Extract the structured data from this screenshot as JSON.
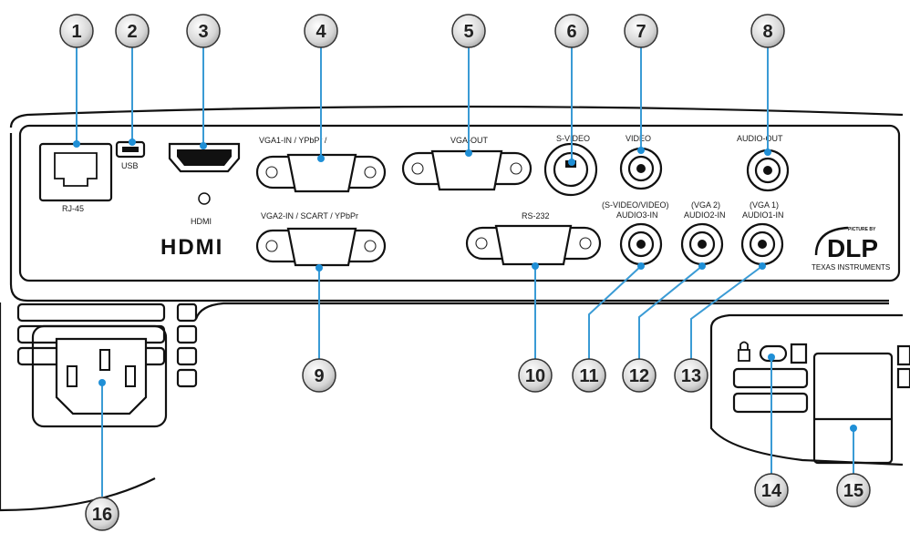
{
  "ports": {
    "rj45": "RJ-45",
    "usb": "USB",
    "hdmi": "HDMI",
    "vga1_in": "VGA1-IN / YPbPr / ",
    "vga2_in": "VGA2-IN / SCART / YPbPr",
    "vga_out": "VGA-OUT",
    "svideo": "S-VIDEO",
    "video": "VIDEO",
    "audio_out": "AUDIO-OUT",
    "rs232": "RS-232",
    "audio3_line1": "(S-VIDEO/VIDEO)",
    "audio3_line2": "AUDIO3-IN",
    "audio2_line1": "(VGA 2)",
    "audio2_line2": "AUDIO2-IN",
    "audio1_line1": "(VGA 1)",
    "audio1_line2": "AUDIO1-IN"
  },
  "logos": {
    "hdmi": "HDMI",
    "dlp_small": "PICTURE BY",
    "dlp": "DLP",
    "dlp_sub": "TEXAS INSTRUMENTS"
  },
  "callouts": [
    "1",
    "2",
    "3",
    "4",
    "5",
    "6",
    "7",
    "8",
    "9",
    "10",
    "11",
    "12",
    "13",
    "14",
    "15",
    "16"
  ],
  "colors": {
    "leader": "#3a9bd5",
    "dot": "#1f8fd6",
    "badge_fill": "#d9d9d9",
    "outline": "#111111"
  }
}
